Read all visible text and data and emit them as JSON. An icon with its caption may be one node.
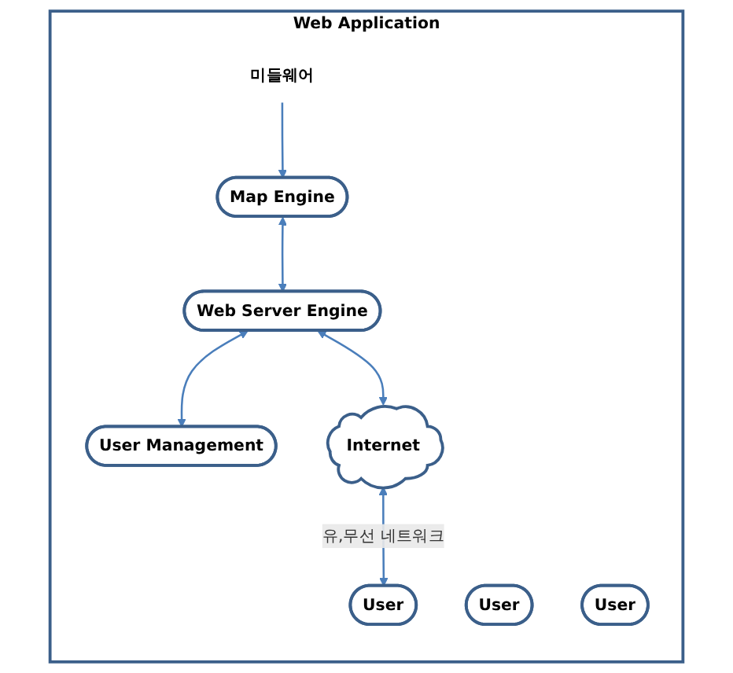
{
  "diagram": {
    "nodes": [
      {
        "text": [
          "Web Application"
        ]
      },
      {
        "text": [
          "미들웨어"
        ],
        "in": 0
      },
      {
        "text": [
          "Map Engine"
        ],
        "in": 0
      },
      {
        "text": [
          "Web Server Engine"
        ],
        "in": 0
      },
      {
        "text": [
          "User Management"
        ],
        "in": 0
      },
      {
        "text": [
          "Internet"
        ],
        "in": 0
      },
      {
        "text": [
          "User"
        ],
        "in": 0
      },
      {
        "text": [
          "User"
        ],
        "in": 0
      },
      {
        "text": [
          "User"
        ],
        "in": 0
      }
    ],
    "edges": [
      {
        "from": 1,
        "to": 2,
        "arrow": "to"
      },
      {
        "from": 2,
        "to": 3,
        "arrow": "both"
      },
      {
        "from": 3,
        "to": 4,
        "arrow": "both"
      },
      {
        "from": 3,
        "to": 5,
        "arrow": "both"
      },
      {
        "from": 5,
        "to": 7,
        "arrow": "both",
        "label": "유,무선 네트워크"
      }
    ]
  }
}
